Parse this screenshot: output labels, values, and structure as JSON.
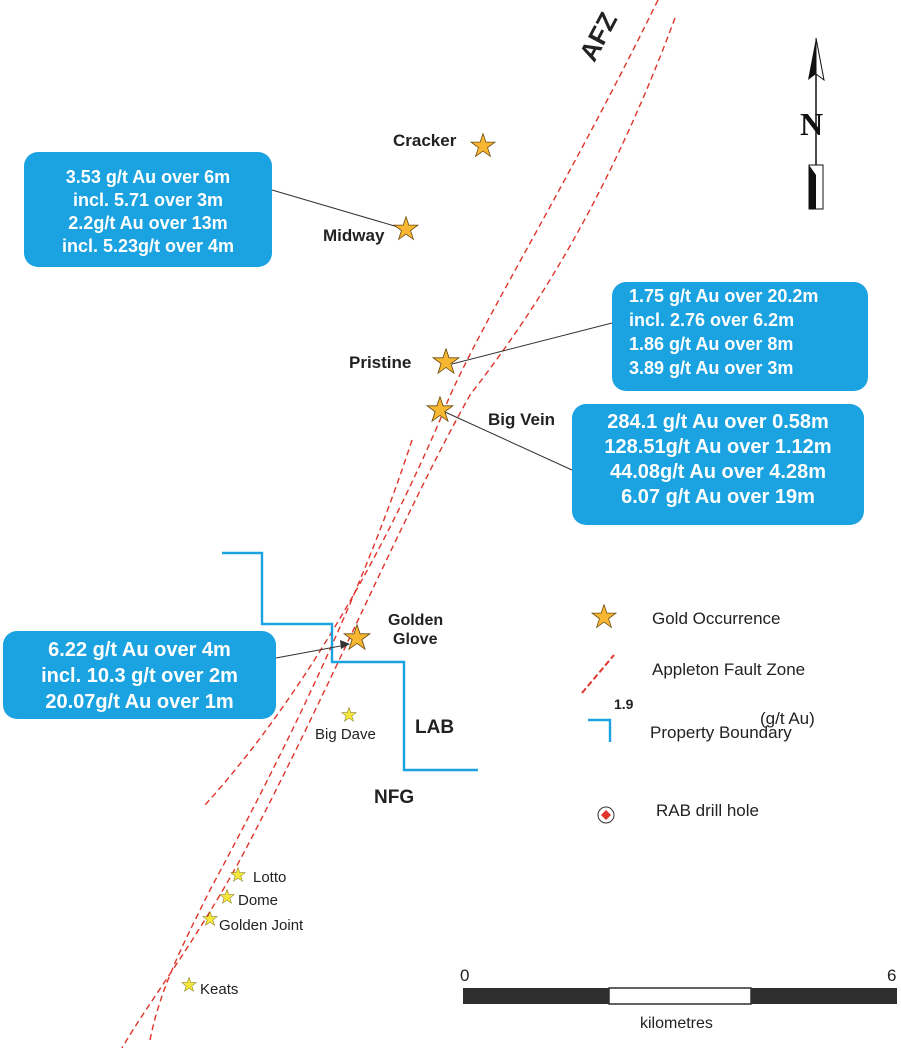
{
  "north_arrow": {
    "label": "N"
  },
  "fault_label": "AFZ",
  "occurrences": {
    "cracker": "Cracker",
    "midway": "Midway",
    "pristine": "Pristine",
    "big_vein": "Big Vein",
    "golden_glove_line1": "Golden",
    "golden_glove_line2": "Glove",
    "big_dave": "Big Dave",
    "lotto": "Lotto",
    "dome": "Dome",
    "golden_joint": "Golden Joint",
    "keats": "Keats"
  },
  "areas": {
    "lab": "LAB",
    "nfg": "NFG"
  },
  "callouts": {
    "midway": [
      "3.53 g/t Au over 6m",
      "incl. 5.71 over 3m",
      "2.2g/t Au over 13m",
      "incl. 5.23g/t over 4m"
    ],
    "pristine": [
      "1.75 g/t Au over 20.2m",
      "incl. 2.76 over 6.2m",
      "1.86 g/t Au over 8m",
      "3.89 g/t Au over 3m"
    ],
    "big_vein": [
      "284.1 g/t Au over 0.58m",
      "128.51g/t Au over 1.12m",
      "44.08g/t Au over 4.28m",
      "6.07 g/t Au over 19m"
    ],
    "golden_glove": [
      "6.22 g/t Au over 4m",
      "incl. 10.3 g/t over 2m",
      "20.07g/t Au over 1m"
    ]
  },
  "legend": {
    "gold_occurrence": "Gold Occurrence",
    "fault_zone": "Appleton Fault Zone",
    "value_example": "1.9",
    "units": "(g/t Au)",
    "property_boundary": "Property Boundary",
    "rab_drill_hole": "RAB drill hole"
  },
  "scale_bar": {
    "start": "0",
    "end": "6",
    "unit": "kilometres"
  },
  "colors": {
    "star_large": "#f7b733",
    "star_small": "#f5e83a",
    "fault": "#e0342b",
    "boundary": "#1aa3e0",
    "callout": "#1aa3e0",
    "rab_marker": "#e0342b"
  }
}
